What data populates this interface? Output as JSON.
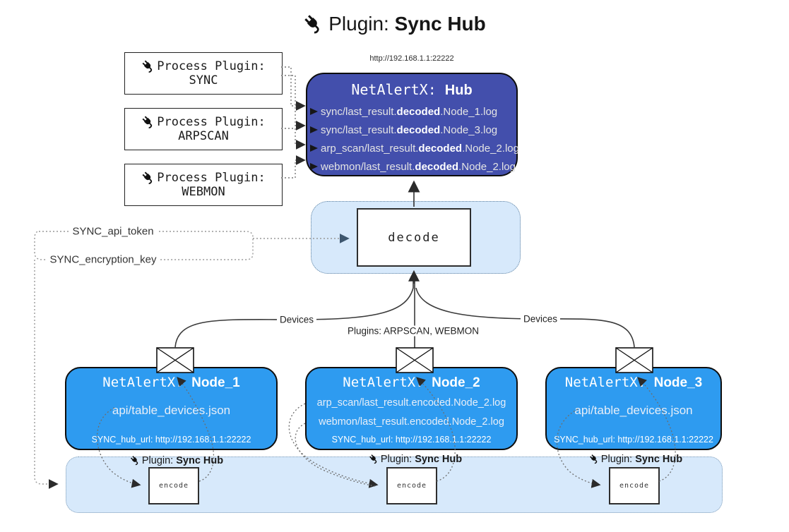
{
  "title": {
    "prefix": "Plugin: ",
    "name": "Sync Hub"
  },
  "process_plugins": [
    {
      "label": "Process Plugin:",
      "name": "SYNC"
    },
    {
      "label": "Process Plugin:",
      "name": "ARPSCAN"
    },
    {
      "label": "Process Plugin:",
      "name": "WEBMON"
    }
  ],
  "hub": {
    "url": "http://192.168.1.1:22222",
    "title_prefix": "NetAlertX: ",
    "title_name": "Hub",
    "lines": [
      {
        "pre": "sync/last_result.",
        "bold": "decoded",
        "post": ".Node_1.log"
      },
      {
        "pre": "sync/last_result.",
        "bold": "decoded",
        "post": ".Node_3.log"
      },
      {
        "pre": "arp_scan/last_result.",
        "bold": "decoded",
        "post": ".Node_2.log"
      },
      {
        "pre": "webmon/last_result.",
        "bold": "decoded",
        "post": ".Node_2.log"
      }
    ]
  },
  "decode": {
    "label": "decode"
  },
  "settings": {
    "api_token": "SYNC_api_token",
    "encryption_key": "SYNC_encryption_key"
  },
  "edge_labels": {
    "devices_left": "Devices",
    "devices_right": "Devices",
    "plugins_center": "Plugins: ARPSCAN, WEBMON"
  },
  "nodes": [
    {
      "title_prefix": "NetAlertX: ",
      "title_name": "Node_1",
      "lines": [
        "api/table_devices.json"
      ],
      "hub_url": "SYNC_hub_url: http://192.168.1.1:22222"
    },
    {
      "title_prefix": "NetAlertX: ",
      "title_name": "Node_2",
      "lines": [
        "arp_scan/last_result.encoded.Node_2.log",
        "webmon/last_result.encoded.Node_2.log"
      ],
      "hub_url": "SYNC_hub_url: http://192.168.1.1:22222"
    },
    {
      "title_prefix": "NetAlertX: ",
      "title_name": "Node_3",
      "lines": [
        "api/table_devices.json"
      ],
      "hub_url": "SYNC_hub_url: http://192.168.1.1:22222"
    }
  ],
  "sync_band": {
    "plugin_label_prefix": "Plugin: ",
    "plugin_label_name": "Sync Hub",
    "encode_label": "encode"
  },
  "icons": {
    "plug": "plug-icon",
    "envelope": "envelope-icon"
  },
  "colors": {
    "hub_bg": "#434FAC",
    "node_bg": "#2E9BF0",
    "band_bg": "#D7E9FB",
    "band_border": "#7D9AB5",
    "decode_border": "#5B7F9E",
    "line_dark": "#3a3a3a",
    "text_light": "#E8E8E8"
  }
}
